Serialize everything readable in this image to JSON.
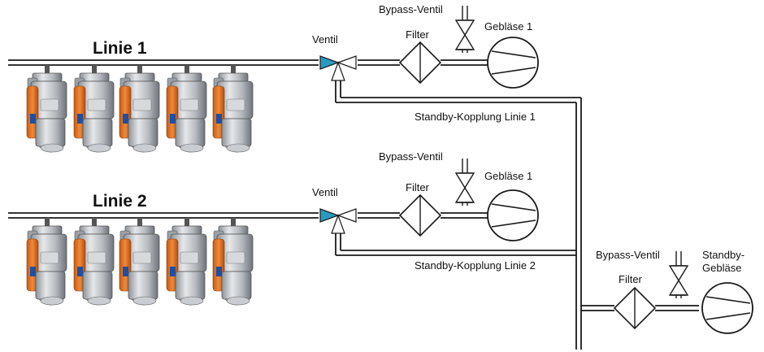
{
  "lines": [
    {
      "title": "Linie 1",
      "valve_label": "Ventil",
      "filter_label": "Filter",
      "bypass_label": "Bypass-Ventil",
      "blower_label": "Gebläse 1",
      "standby_coupling_label": "Standby-Kopplung Linie 1",
      "station_count": 5
    },
    {
      "title": "Linie 2",
      "valve_label": "Ventil",
      "filter_label": "Filter",
      "bypass_label": "Bypass-Ventil",
      "blower_label": "Gebläse 1",
      "standby_coupling_label": "Standby-Kopplung Linie 2",
      "station_count": 5
    }
  ],
  "standby": {
    "filter_label": "Filter",
    "bypass_label": "Bypass-Ventil",
    "blower_label_1": "Standby-",
    "blower_label_2": "Gebläse"
  },
  "colors": {
    "pipe": "#1a1a1a",
    "valve_fill": "#2a9bbf",
    "station_orange": "#e0782a",
    "station_steel": "#b8bcc2"
  }
}
